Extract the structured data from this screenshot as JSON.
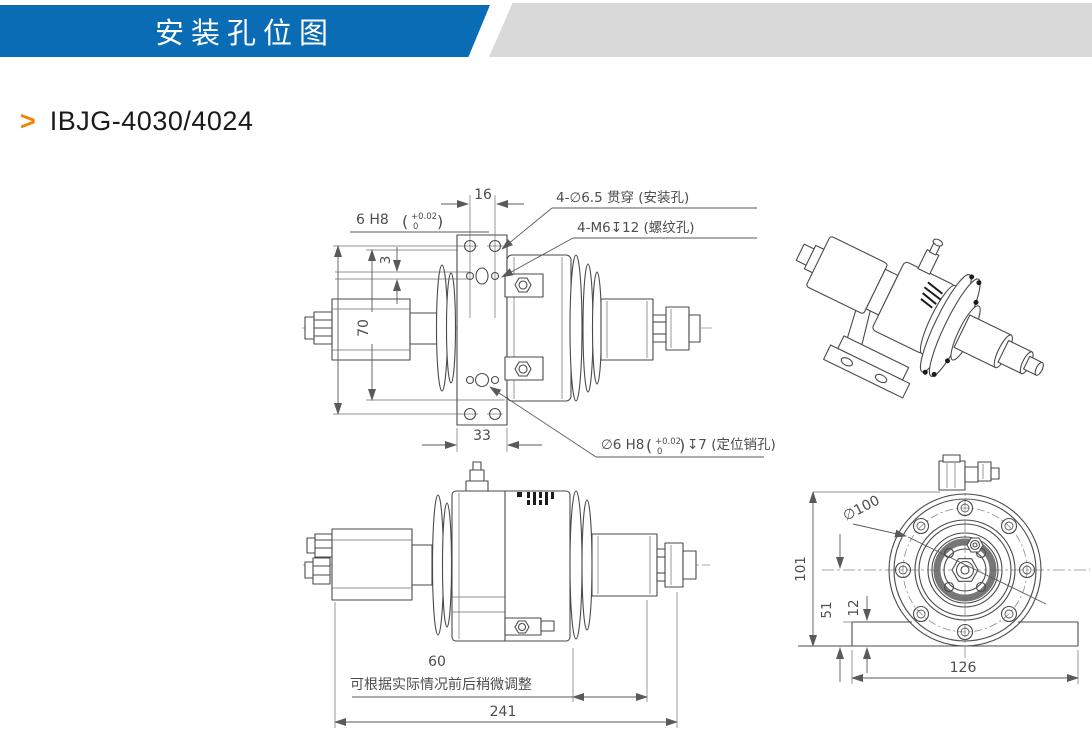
{
  "header": {
    "title": "安装孔位图",
    "banner_color": "#0a6cb5",
    "stripe_color": "#d9d9d9"
  },
  "section": {
    "bullet": ">",
    "title": "IBJG-4030/4024",
    "bullet_color": "#f08300"
  },
  "front_view": {
    "dim_hole_spacing": "16",
    "pin_fit": "6 H8",
    "tol_open": "(",
    "tol_plus": "+0.02",
    "tol_zero": "0",
    "tol_close": ")",
    "dim_offset": "3",
    "dim_height": "70",
    "dim_plate_width": "33",
    "label_mount_holes": "4-∅6.5 贯穿 (安装孔)",
    "label_thread_holes": "4-M6↧12 (螺纹孔)",
    "label_pin_hole_dia": "∅6 H8",
    "label_pin_hole_depth": "↧7 (定位销孔)"
  },
  "top_view": {
    "dim_adjust": "60",
    "note": "可根据实际情况前后稍微调整",
    "dim_overall": "241"
  },
  "side_view": {
    "dim_bolt_circle": "∅100",
    "dim_height": "101",
    "dim_center_height": "51",
    "dim_base_thickness": "12",
    "dim_base_width": "126"
  }
}
